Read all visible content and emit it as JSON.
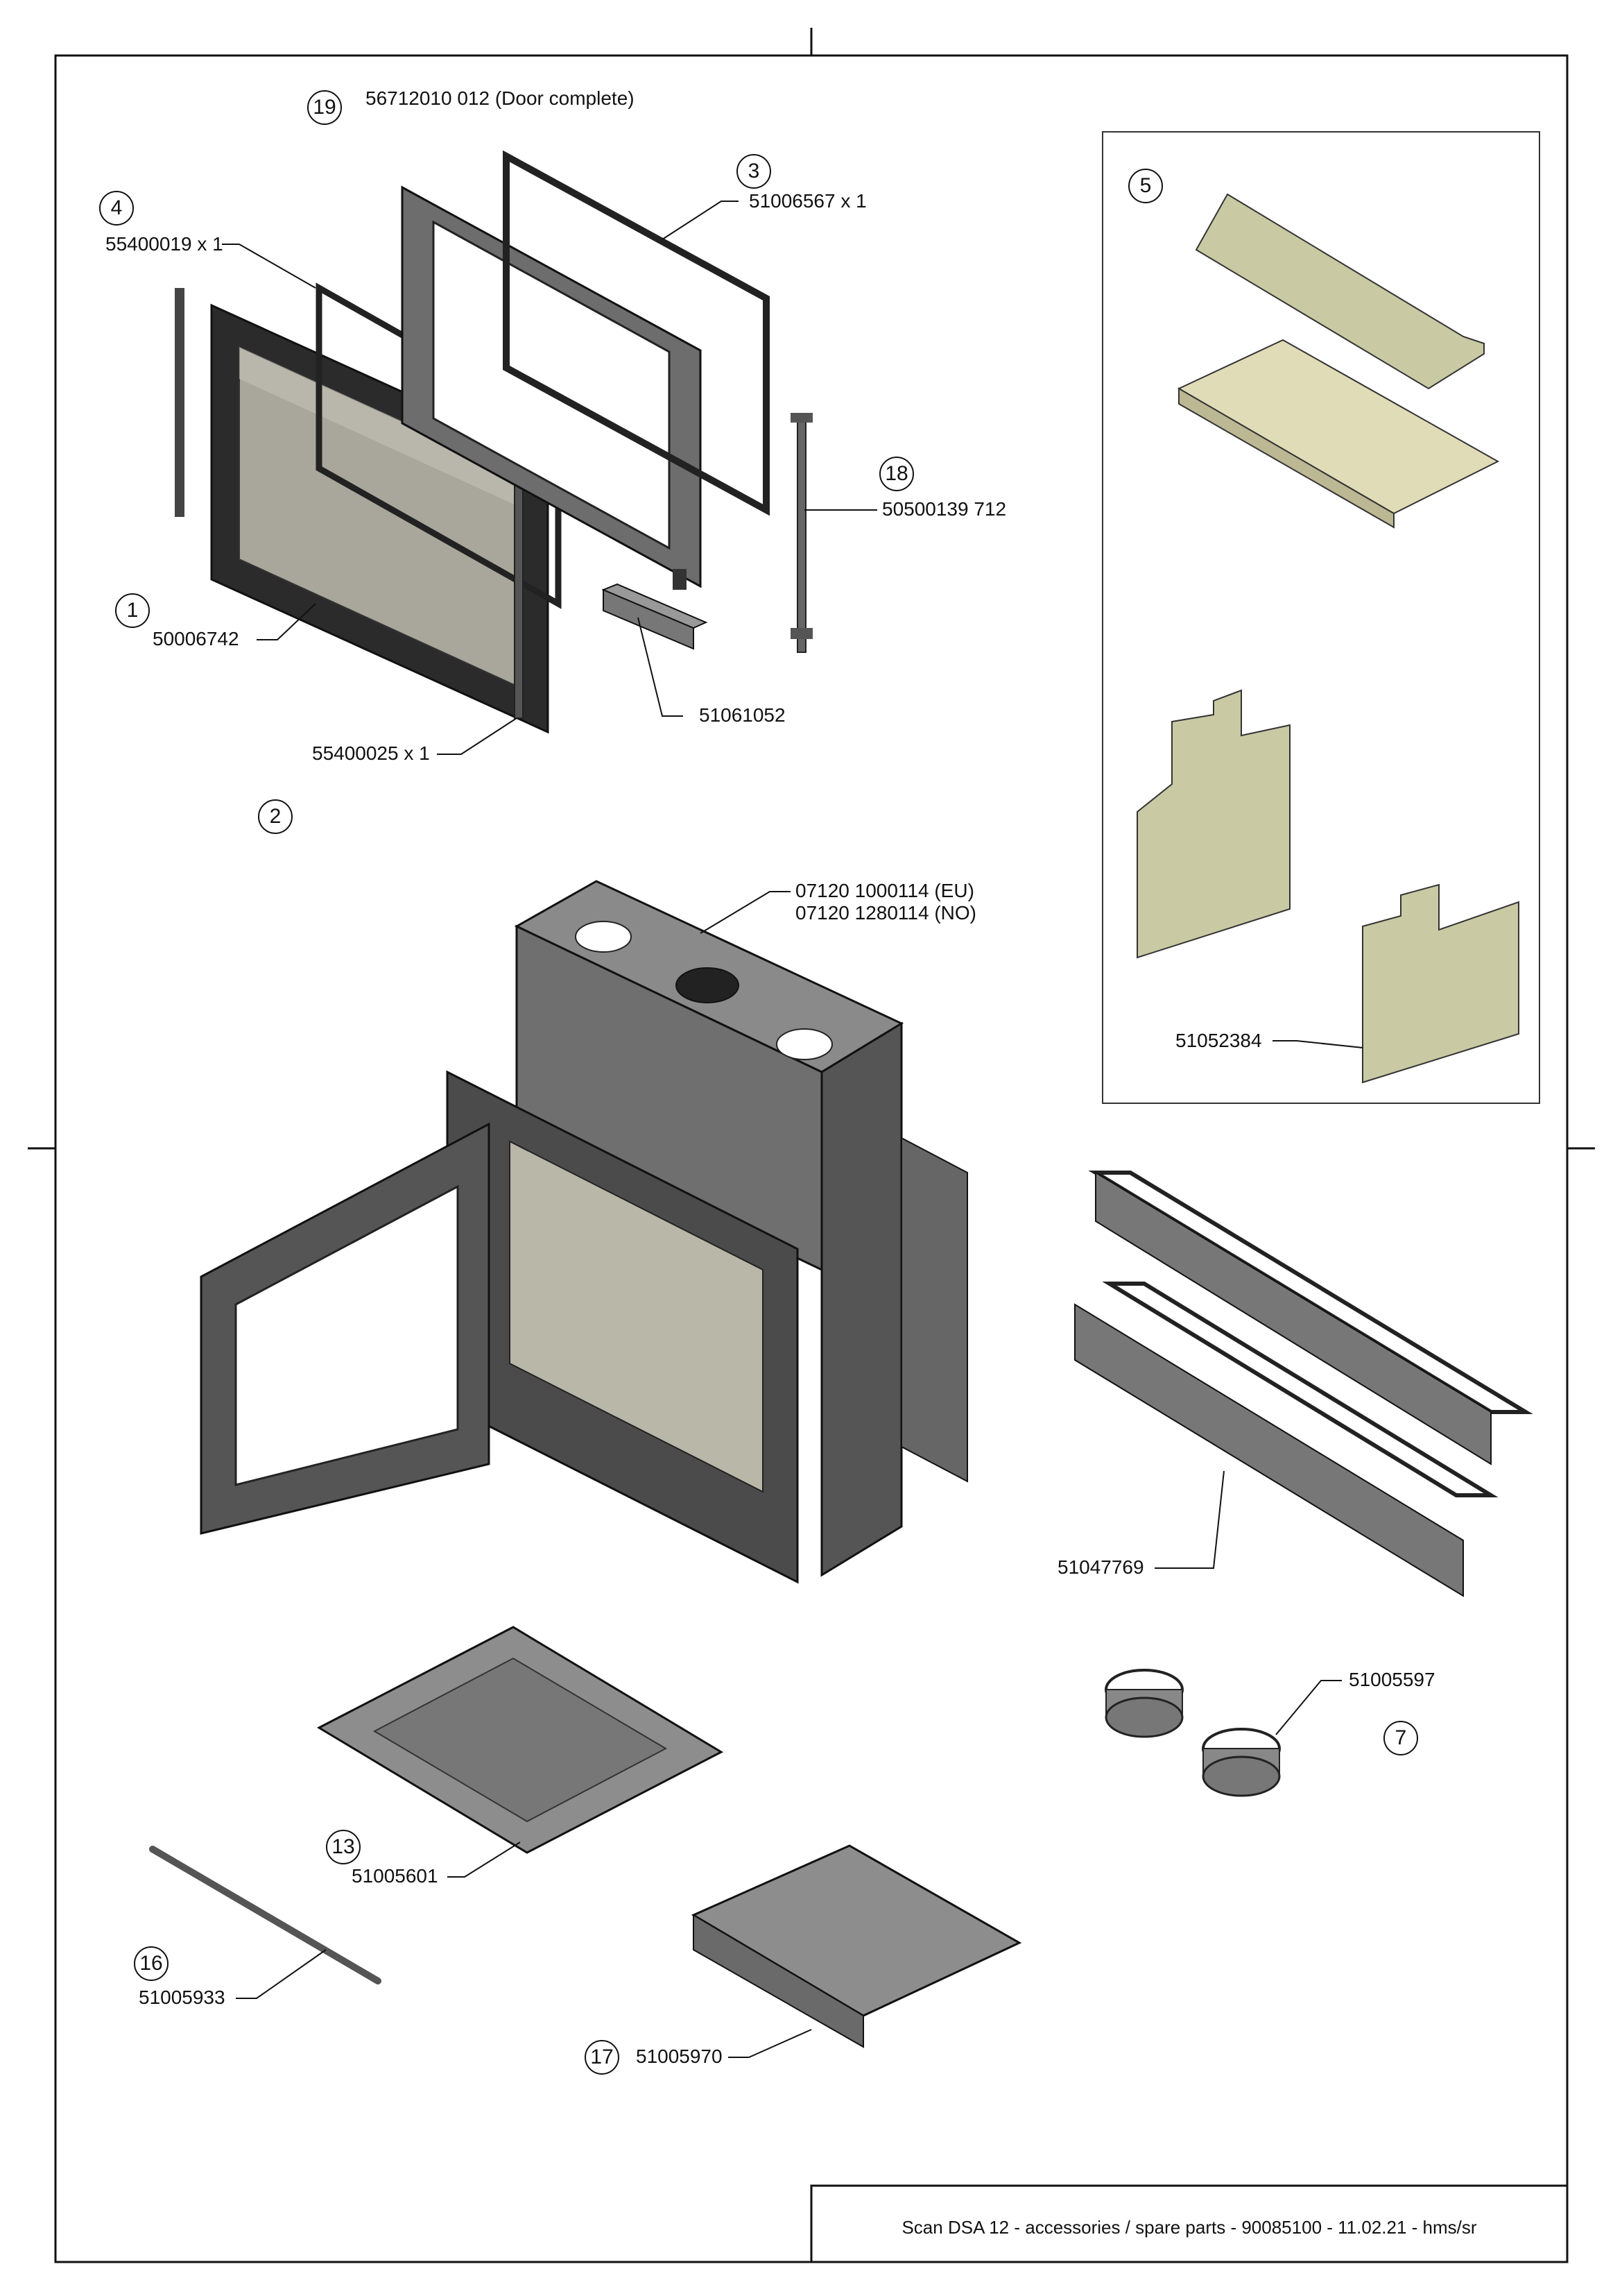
{
  "door_complete": {
    "number": "19",
    "label": "56712010 012 (Door complete)"
  },
  "parts": [
    {
      "number": "1",
      "code": "50006742"
    },
    {
      "number": "2",
      "code": "07120 1000114 (EU)",
      "code2": "07120 1280114 (NO)"
    },
    {
      "number": "3",
      "code": "51006567 x 1"
    },
    {
      "number": "4",
      "code": "55400019 x 1"
    },
    {
      "number": "",
      "code": "55400025 x 1"
    },
    {
      "number": "",
      "code": "51061052"
    },
    {
      "number": "18",
      "code": "50500139 712"
    },
    {
      "number": "5",
      "code": "51052384"
    },
    {
      "number": "",
      "code": "51047769"
    },
    {
      "number": "7",
      "code": "51005597"
    },
    {
      "number": "13",
      "code": "51005601"
    },
    {
      "number": "16",
      "code": "51005933"
    },
    {
      "number": "17",
      "code": "51005970"
    }
  ],
  "footer": "Scan DSA 12 - accessories / spare parts - 90085100 - 11.02.21 - hms/sr"
}
